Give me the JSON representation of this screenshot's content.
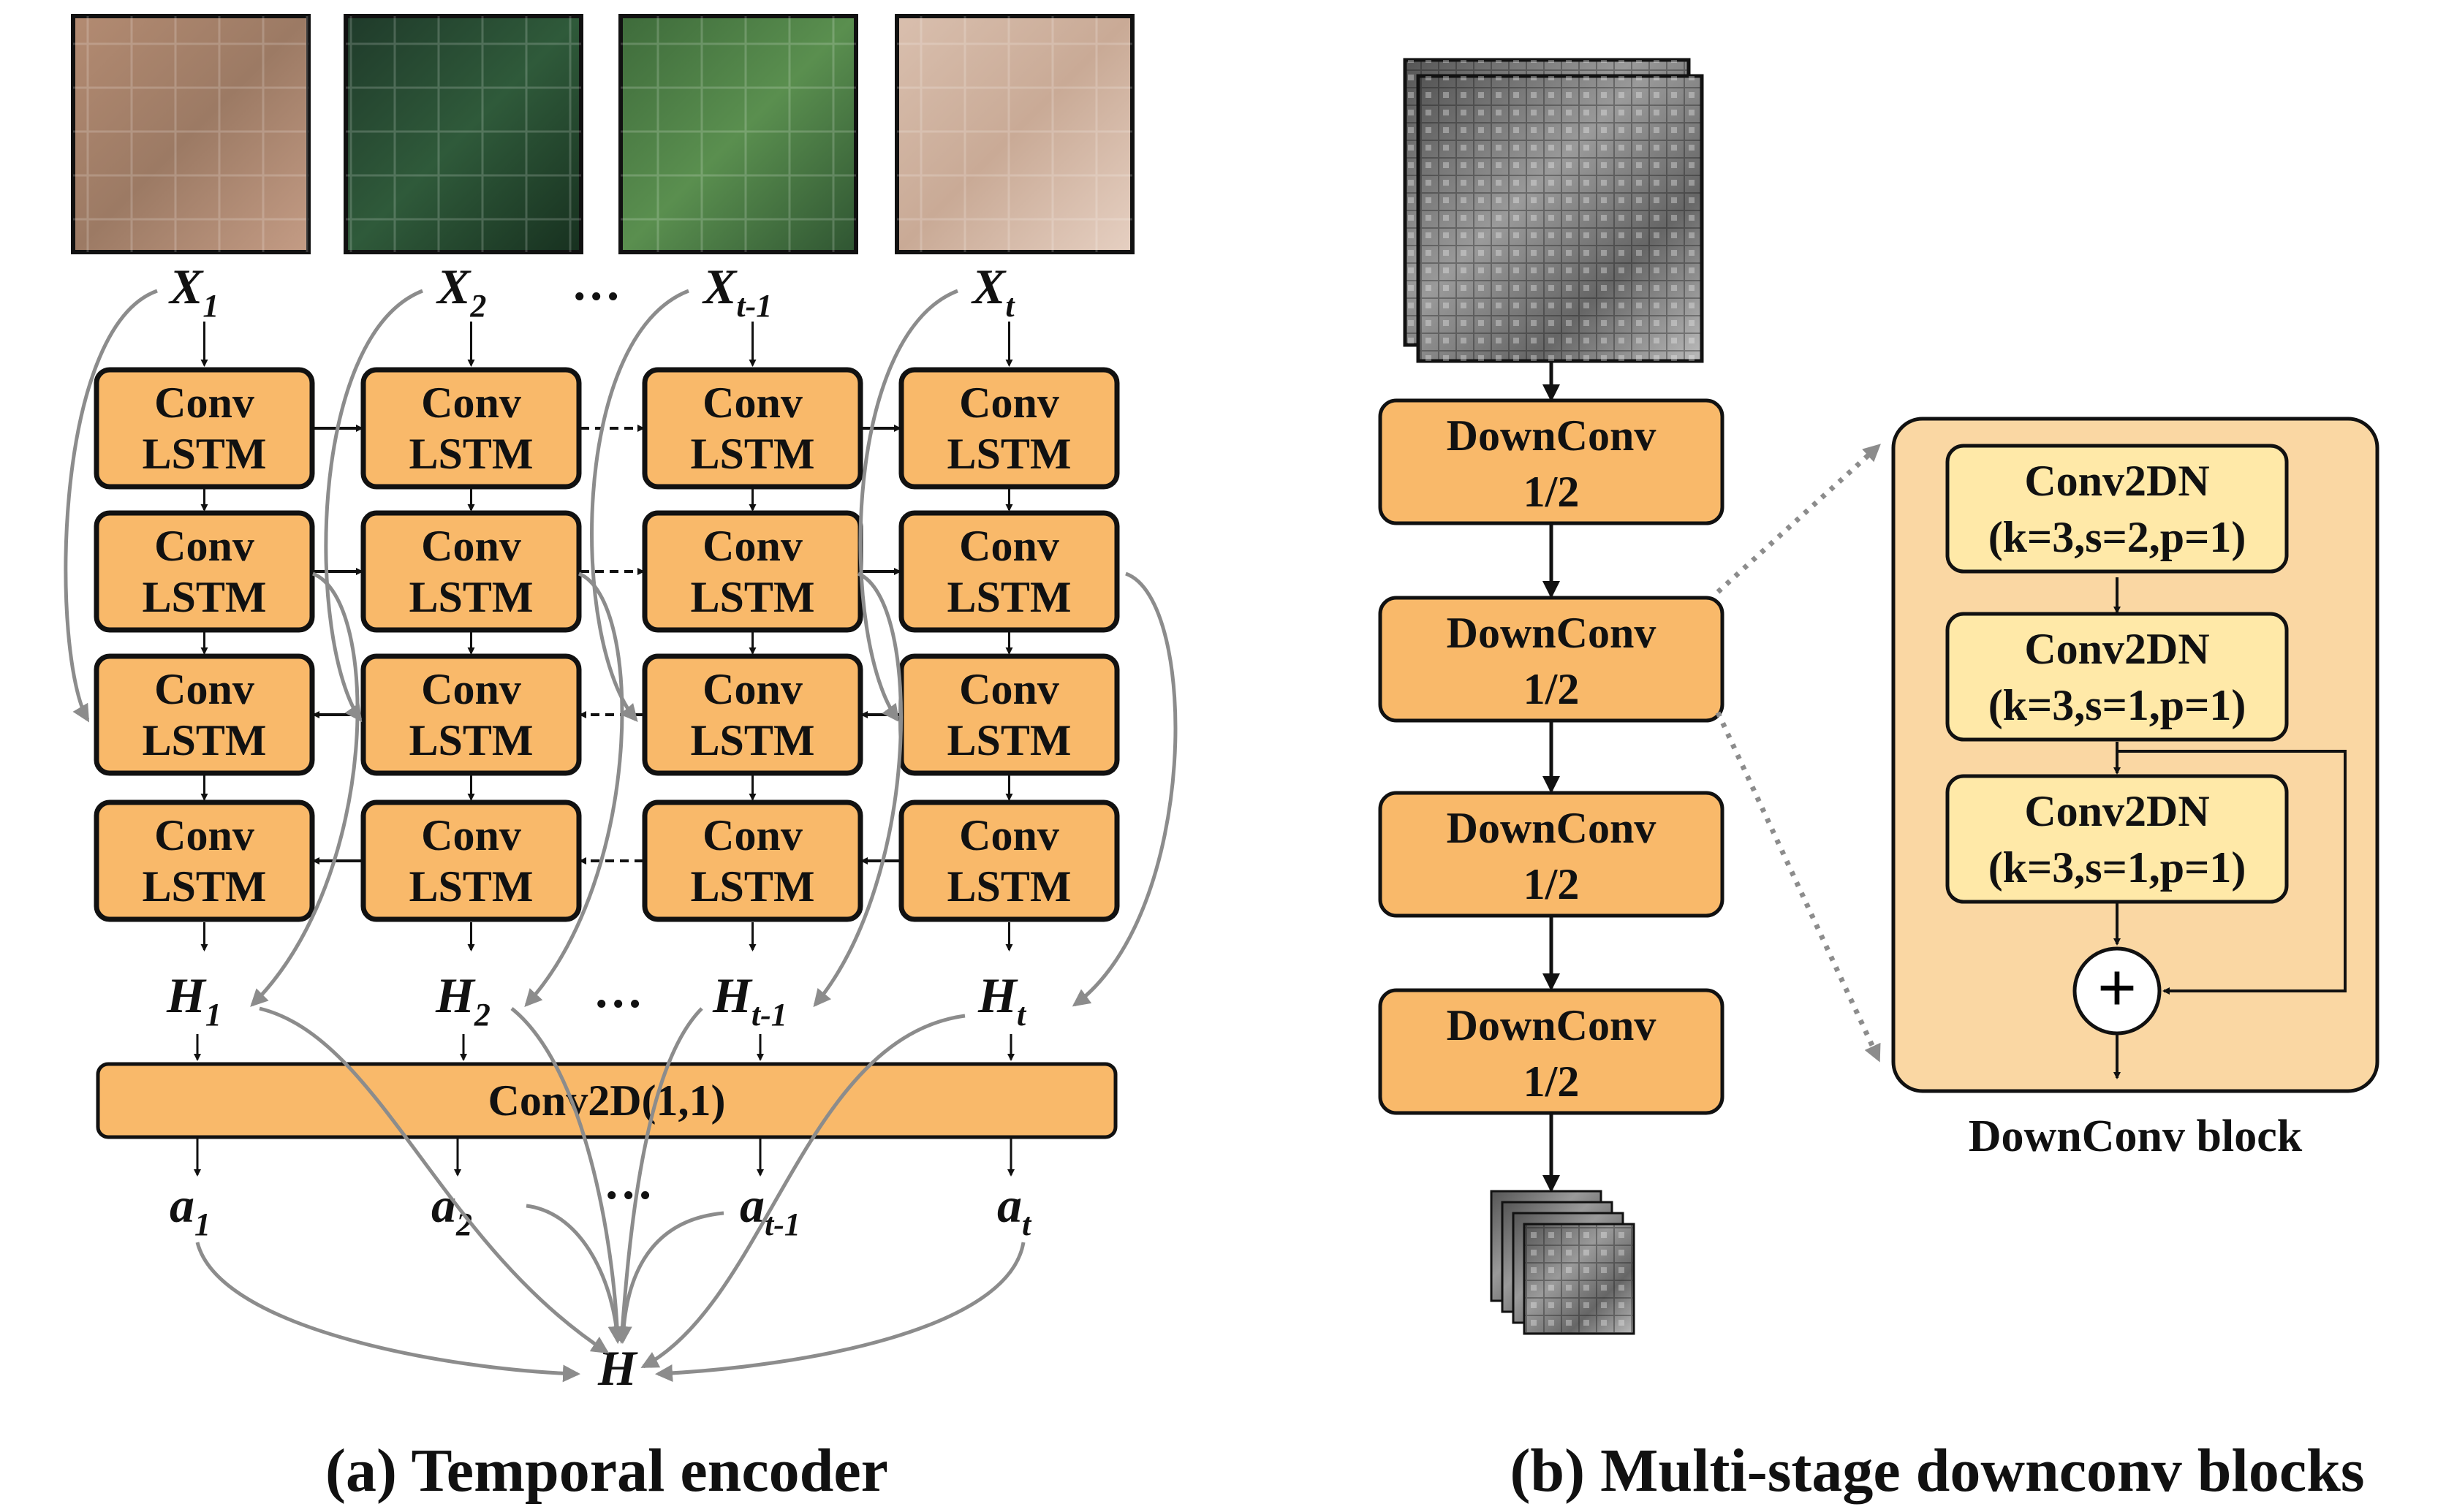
{
  "colors": {
    "box_fill": "#F9B96A",
    "box_stroke": "#111111",
    "inner_fill": "#FFE9A8",
    "panel_fill": "#FAD7A3",
    "arrow_gray": "#8C8C8C"
  },
  "left": {
    "inputs": [
      {
        "base": "X",
        "sub": "1"
      },
      {
        "base": "X",
        "sub": "2"
      },
      {
        "base": "X",
        "sub": "t-1"
      },
      {
        "base": "X",
        "sub": "t"
      }
    ],
    "ellipsis": "…",
    "cell_line1": "Conv",
    "cell_line2": "LSTM",
    "hidden": [
      {
        "base": "H",
        "sub": "1"
      },
      {
        "base": "H",
        "sub": "2"
      },
      {
        "base": "H",
        "sub": "t-1"
      },
      {
        "base": "H",
        "sub": "t"
      }
    ],
    "conv2d_label": "Conv2D(1,1)",
    "attn": [
      {
        "base": "a",
        "sub": "1"
      },
      {
        "base": "a",
        "sub": "2"
      },
      {
        "base": "a",
        "sub": "t-1"
      },
      {
        "base": "a",
        "sub": "t"
      }
    ],
    "output": "H",
    "caption": "(a) Temporal encoder"
  },
  "right": {
    "stages": [
      {
        "line1": "DownConv",
        "line2": "1/2"
      },
      {
        "line1": "DownConv",
        "line2": "1/2"
      },
      {
        "line1": "DownConv",
        "line2": "1/2"
      },
      {
        "line1": "DownConv",
        "line2": "1/2"
      }
    ],
    "block_layers": [
      {
        "line1": "Conv2DN",
        "line2": "(k=3,s=2,p=1)"
      },
      {
        "line1": "Conv2DN",
        "line2": "(k=3,s=1,p=1)"
      },
      {
        "line1": "Conv2DN",
        "line2": "(k=3,s=1,p=1)"
      }
    ],
    "plus": "+",
    "block_title": "DownConv block",
    "caption": "(b) Multi-stage downconv blocks"
  }
}
